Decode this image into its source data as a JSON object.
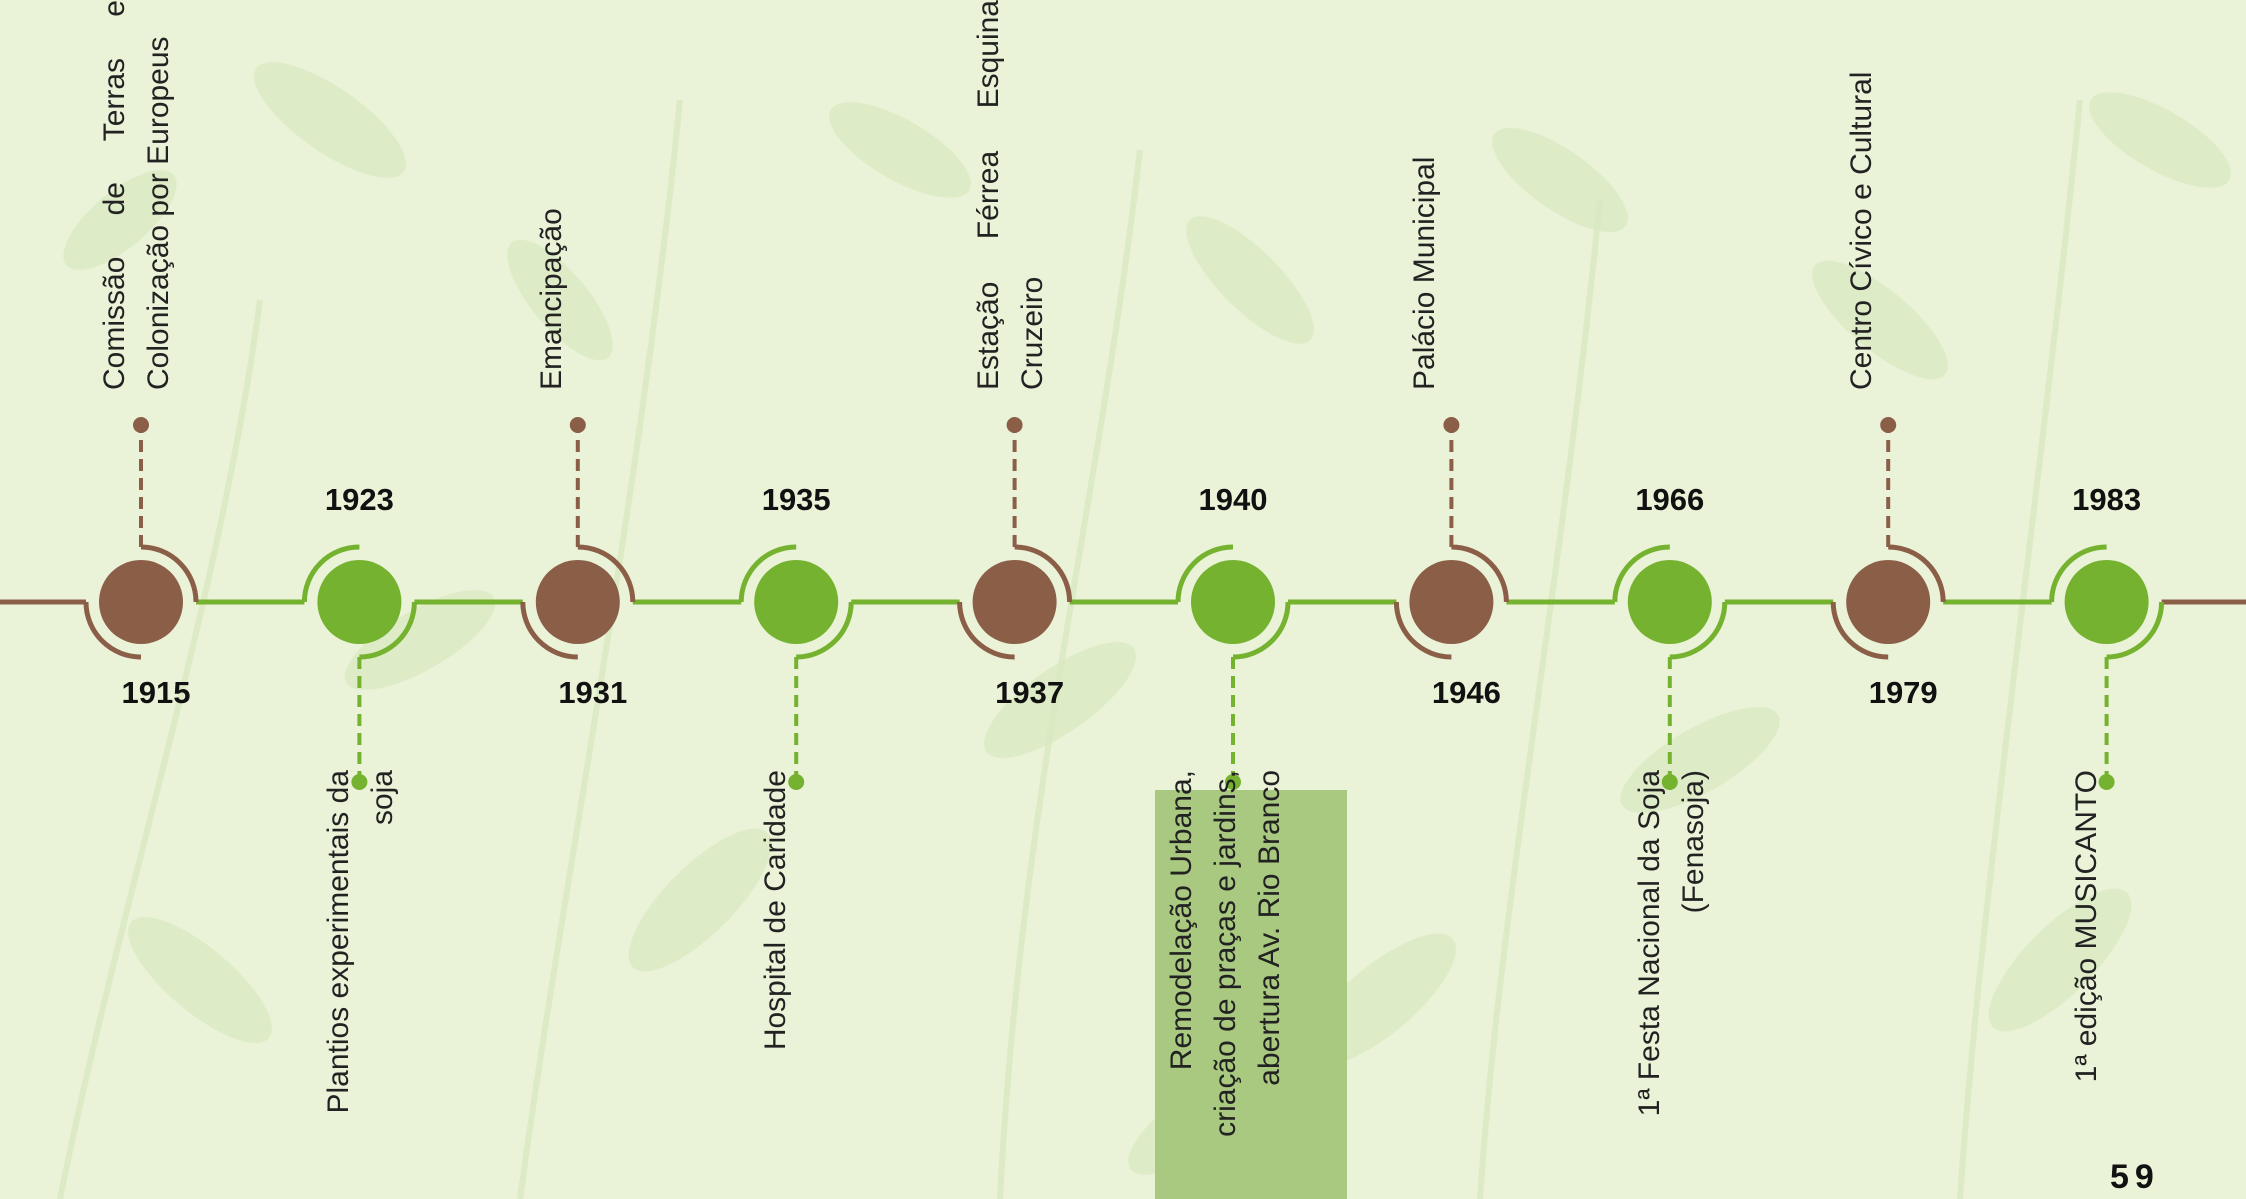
{
  "colors": {
    "background": "#eaf2d7",
    "leaf": "#d6e8bd",
    "brown": "#8b5e48",
    "green": "#75b22f",
    "highlight": "#a8c97f"
  },
  "events": [
    {
      "year": "1915",
      "label": "Comissão de Terras e Colonização por Europeus",
      "position": "top",
      "color": "brown"
    },
    {
      "year": "1923",
      "label": "Plantios experimentais da soja",
      "position": "bottom",
      "color": "green"
    },
    {
      "year": "1931",
      "label": "Emancipação",
      "position": "top",
      "color": "brown"
    },
    {
      "year": "1935",
      "label": "Hospital de Caridade",
      "position": "bottom",
      "color": "green"
    },
    {
      "year": "1937",
      "label": "Estação Férrea Esquina Cruzeiro",
      "position": "top",
      "color": "brown"
    },
    {
      "year": "1940",
      "label": "Remodelação Urbana, criação de praças e jardins, abertura Av. Rio Branco",
      "position": "bottom",
      "color": "green",
      "highlight": true
    },
    {
      "year": "1946",
      "label": "Palácio Municipal",
      "position": "top",
      "color": "brown"
    },
    {
      "year": "1966",
      "label": "1ª Festa Nacional da Soja (Fenasoja)",
      "position": "bottom",
      "color": "green"
    },
    {
      "year": "1979",
      "label": "Centro Cívico e Cultural",
      "position": "top",
      "color": "brown"
    },
    {
      "year": "1983",
      "label": "1ª edição MUSICANTO",
      "position": "bottom",
      "color": "green"
    }
  ],
  "page_number": "59"
}
